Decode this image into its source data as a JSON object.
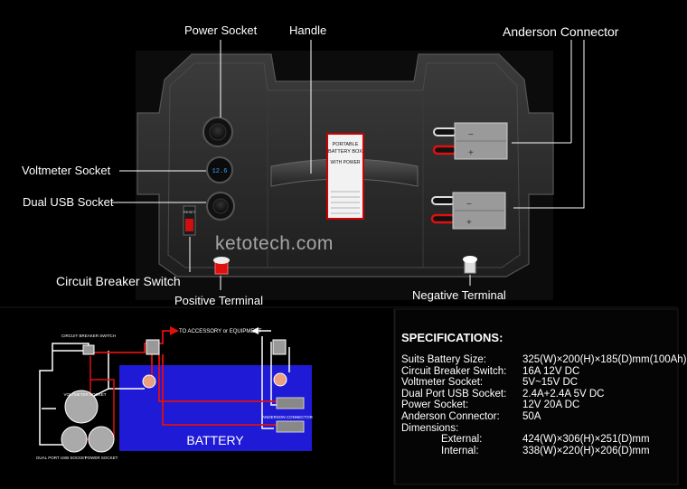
{
  "callouts": {
    "power_socket": "Power Socket",
    "handle": "Handle",
    "anderson_connector": "Anderson Connector",
    "voltmeter_socket": "Voltmeter Socket",
    "dual_usb_socket": "Dual USB Socket",
    "circuit_breaker_switch": "Circuit Breaker Switch",
    "positive_terminal": "Positive Terminal",
    "negative_terminal": "Negative Terminal"
  },
  "watermark": "ketotech.com",
  "box_label": {
    "line1": "PORTABLE",
    "line2": "BATTERY BOX",
    "line3": "WITH POWER"
  },
  "breaker_label": "RESET",
  "voltmeter_display": "12.6",
  "diagram": {
    "circuit_breaker_switch": "CIRCUIT BREAKER SWITCH",
    "to_accessory": "TO ACCESSORY or EQUIPMENT",
    "voltmeter_socket": "VOLTMETER SOCKET",
    "anderson_connector": "ANDERSON CONNECTOR",
    "dual_port_usb_socket": "DUAL PORT USB SOCKET",
    "power_socket": "POWER SOCKET",
    "battery": "BATTERY"
  },
  "specs": {
    "title": "SPECIFICATIONS:",
    "rows": [
      {
        "label": "Suits Battery Size:",
        "value": "325(W)×200(H)×185(D)mm(100Ah)",
        "indent": false
      },
      {
        "label": "Circuit Breaker Switch:",
        "value": "16A  12V  DC",
        "indent": false
      },
      {
        "label": "Voltmeter Socket:",
        "value": "5V~15V  DC",
        "indent": false
      },
      {
        "label": "Dual Port USB Socket:",
        "value": "2.4A+2.4A  5V  DC",
        "indent": false
      },
      {
        "label": "Power Socket:",
        "value": "12V 20A DC",
        "indent": false
      },
      {
        "label": "Anderson Connector:",
        "value": "50A",
        "indent": false
      },
      {
        "label": "Dimensions:",
        "value": "",
        "indent": false
      },
      {
        "label": "External:",
        "value": "424(W)×306(H)×251(D)mm",
        "indent": true
      },
      {
        "label": "Internal:",
        "value": "338(W)×220(H)×206(D)mm",
        "indent": true
      }
    ]
  },
  "colors": {
    "background": "#000000",
    "battery_blue": "#1f1ad6",
    "wire_red": "#e01010",
    "wire_white": "#ffffff",
    "box_gray": "#2a2a2a"
  }
}
